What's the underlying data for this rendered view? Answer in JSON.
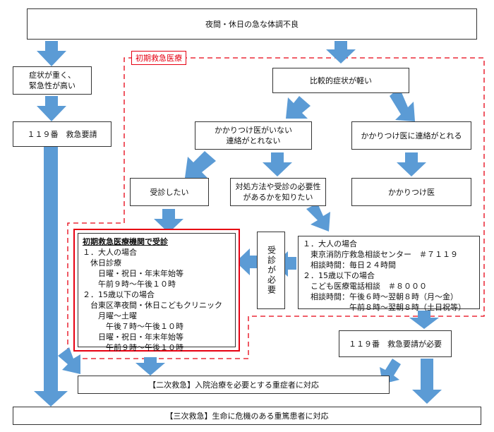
{
  "diagram": {
    "top": "夜間・休日の急な体調不良",
    "severe": "症状が重く、\n緊急性が高い",
    "call119": "１１９番　救急要請",
    "initial_label": "初期救急医療",
    "mild": "比較的症状が軽い",
    "no_doctor": "かかりつけ医がいない\n連絡がとれない",
    "has_doctor": "かかりつけ医に連絡がとれる",
    "want_visit": "受診したい",
    "want_know": "対処方法や受診の必要性\nがあるかを知りたい",
    "family_doctor": "かかりつけ医",
    "initial_title": "初期救急医療機関で受診",
    "initial_body": "１．大人の場合\n　休日診療\n　　日曜・祝日・年末年始等\n　　午前９時～午後１０時\n２．15歳以下の場合\n　台東区準夜間・休日こどもクリニック\n　　月曜～土曜\n　　　午後７時～午後１０時\n　　日曜・祝日・年末年始等\n　　　午前９時～午後１０時",
    "need_visit": "受診が必要",
    "consult": "１．大人の場合\n　東京消防庁救急相談センター　＃７１１９\n　相談時間：毎日２４時間\n２．15歳以下の場合\n　こども医療電話相談　＃８０００\n　相談時間：午後６時～翌朝８時（月～金）\n　　　　　　午前８時～翌朝８時（土日祝等）",
    "call119_need": "１１９番　救急要請が必要",
    "secondary": "【二次救急】入院治療を必要とする重症者に対応",
    "tertiary": "【三次救急】生命に危機のある重篤患者に対応"
  },
  "colors": {
    "arrow": "#5b9bd5",
    "red": "#e60012",
    "border": "#333333"
  }
}
